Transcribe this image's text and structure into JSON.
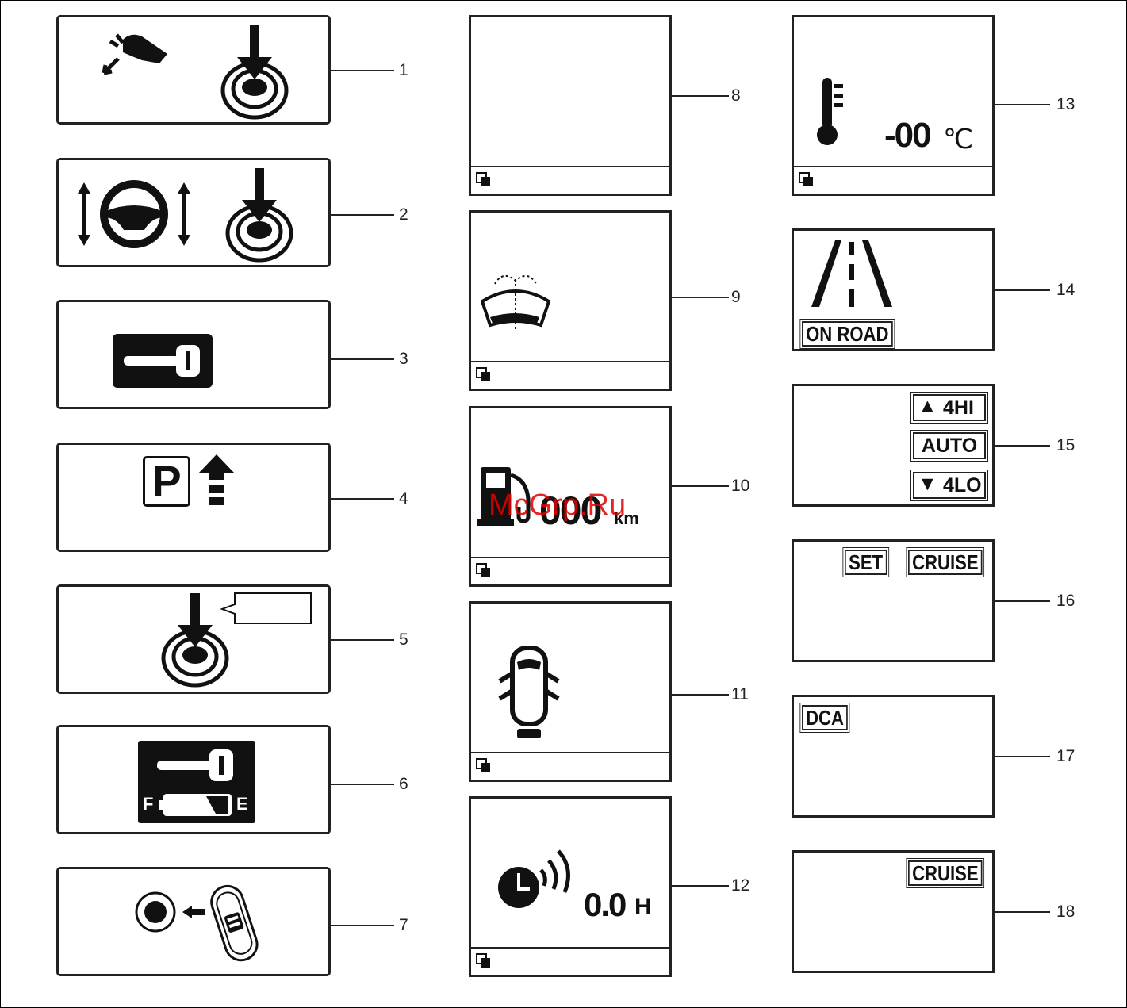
{
  "callouts": [
    "1",
    "2",
    "3",
    "4",
    "5",
    "6",
    "7",
    "8",
    "9",
    "10",
    "11",
    "12",
    "13",
    "14",
    "15",
    "16",
    "17",
    "18"
  ],
  "labels": {
    "temperature": "-00",
    "temp_unit": "℃",
    "range_value": "000",
    "range_unit": "km",
    "timer_value": "0.0",
    "timer_unit": "H",
    "on_road": "ON ROAD",
    "mode_4hi": "4HI",
    "mode_auto": "AUTO",
    "mode_4lo": "4LO",
    "set": "SET",
    "cruise": "CRUISE",
    "dca": "DCA",
    "cruise2": "CRUISE",
    "fuel_full": "F",
    "fuel_empty": "E",
    "park": "P"
  },
  "watermark": "McGrp.Ru",
  "colors": {
    "ink": "#222222",
    "watermark": "#e10000"
  }
}
